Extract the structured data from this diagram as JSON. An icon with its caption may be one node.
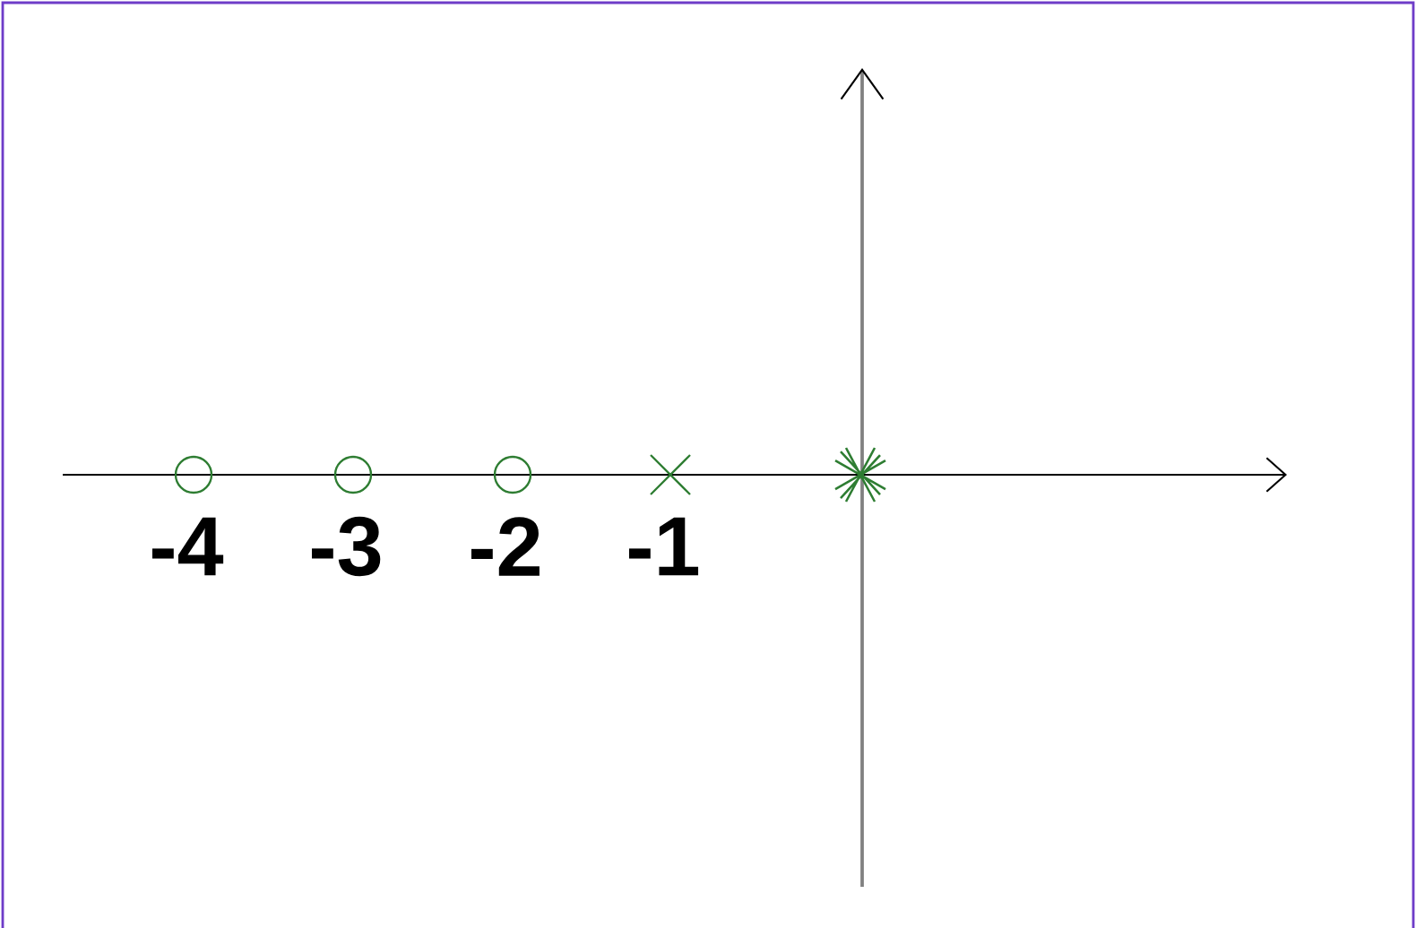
{
  "diagram": {
    "labels": [
      "-4",
      "-3",
      "-2",
      "-1"
    ]
  }
}
